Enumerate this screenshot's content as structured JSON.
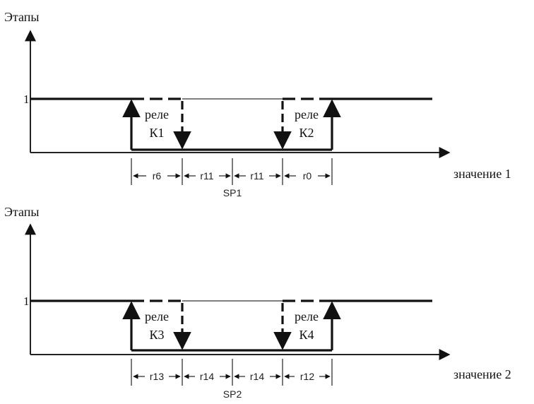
{
  "diagrams": [
    {
      "y_axis_label": "Этапы",
      "level_label": "1",
      "x_axis_label": "значение 1",
      "setpoint_label": "SP1",
      "relay_left": {
        "word": "реле",
        "name": "К1"
      },
      "relay_right": {
        "word": "реле",
        "name": "К2"
      },
      "intervals": [
        "r6",
        "r11",
        "r11",
        "r0"
      ]
    },
    {
      "y_axis_label": "Этапы",
      "level_label": "1",
      "x_axis_label": "значение 2",
      "setpoint_label": "SP2",
      "relay_left": {
        "word": "реле",
        "name": "К3"
      },
      "relay_right": {
        "word": "реле",
        "name": "К4"
      },
      "intervals": [
        "r13",
        "r14",
        "r14",
        "r12"
      ]
    }
  ]
}
